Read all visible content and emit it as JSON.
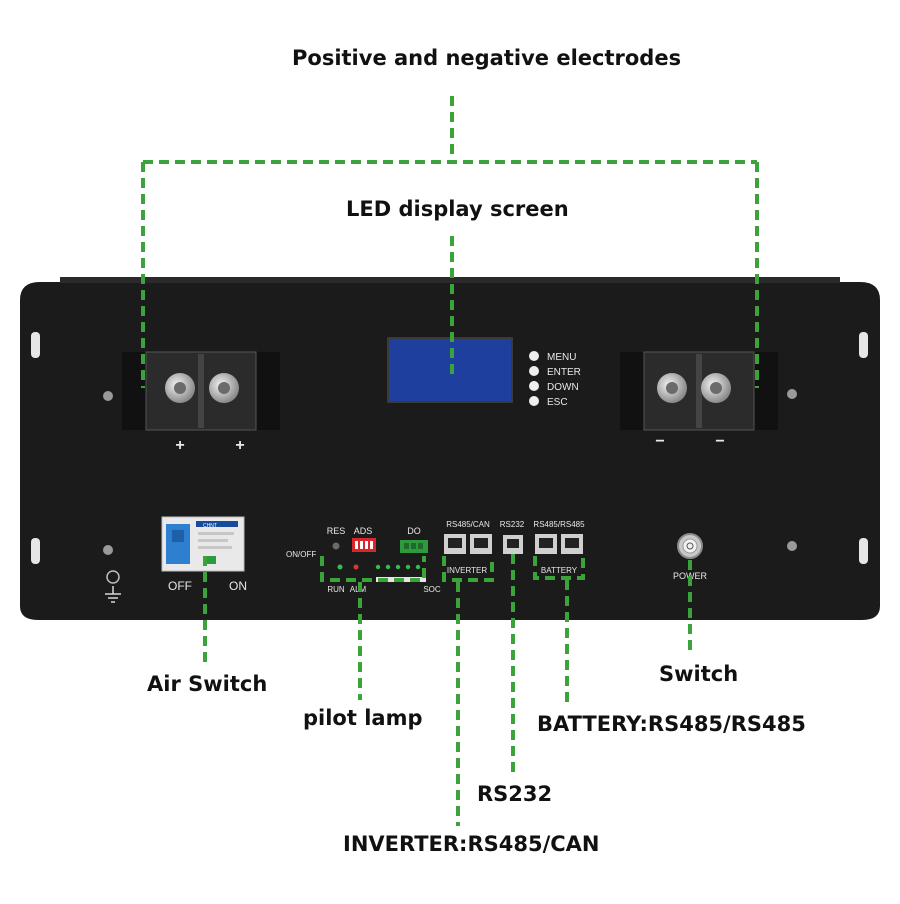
{
  "callouts": {
    "electrodes": "Positive and negative electrodes",
    "led_screen": "LED display screen",
    "air_switch": "Air Switch",
    "pilot_lamp": "pilot lamp",
    "switch": "Switch",
    "battery_port": "BATTERY:RS485/RS485",
    "rs232": "RS232",
    "inverter_port": "INVERTER:RS485/CAN"
  },
  "panel": {
    "buttons": [
      "MENU",
      "ENTER",
      "DOWN",
      "ESC"
    ],
    "pos_marks": [
      "+",
      "+"
    ],
    "neg_marks": [
      "−",
      "−"
    ],
    "breaker_off": "OFF",
    "breaker_on": "ON",
    "breaker_brand": "CHNT",
    "res": "RES",
    "ads": "ADS",
    "do_label": "DO",
    "on_off": "ON/OFF",
    "run": "RUN",
    "alm": "ALM",
    "soc": "SOC",
    "port_rs485_can": "RS485/CAN",
    "port_rs232": "RS232",
    "port_rs485_rs485": "RS485/RS485",
    "inverter_tag": "INVERTER",
    "battery_tag": "BATTERY",
    "power": "POWER"
  },
  "colors": {
    "leader_line": "#3aa33a",
    "panel": "#1b1b1b",
    "lcd": "#1f3f9e",
    "breaker_lever": "#2f7fd0"
  }
}
